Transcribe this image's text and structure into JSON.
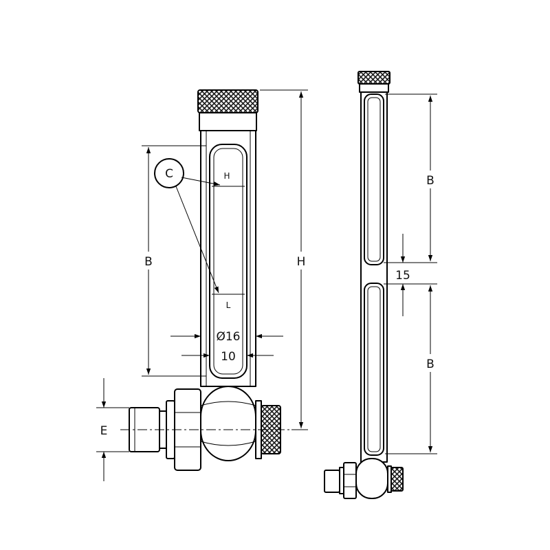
{
  "drawing": {
    "callout_c": "C",
    "mark_high": "H",
    "mark_low": "L",
    "dim_b": "B",
    "dim_h": "H",
    "dim_e": "E",
    "dim_diameter": "Ø16",
    "dim_window_width": "10",
    "dim_gap": "15"
  },
  "colors": {
    "line": "#000000",
    "background": "#ffffff",
    "knurl": "#1a1a1a"
  }
}
